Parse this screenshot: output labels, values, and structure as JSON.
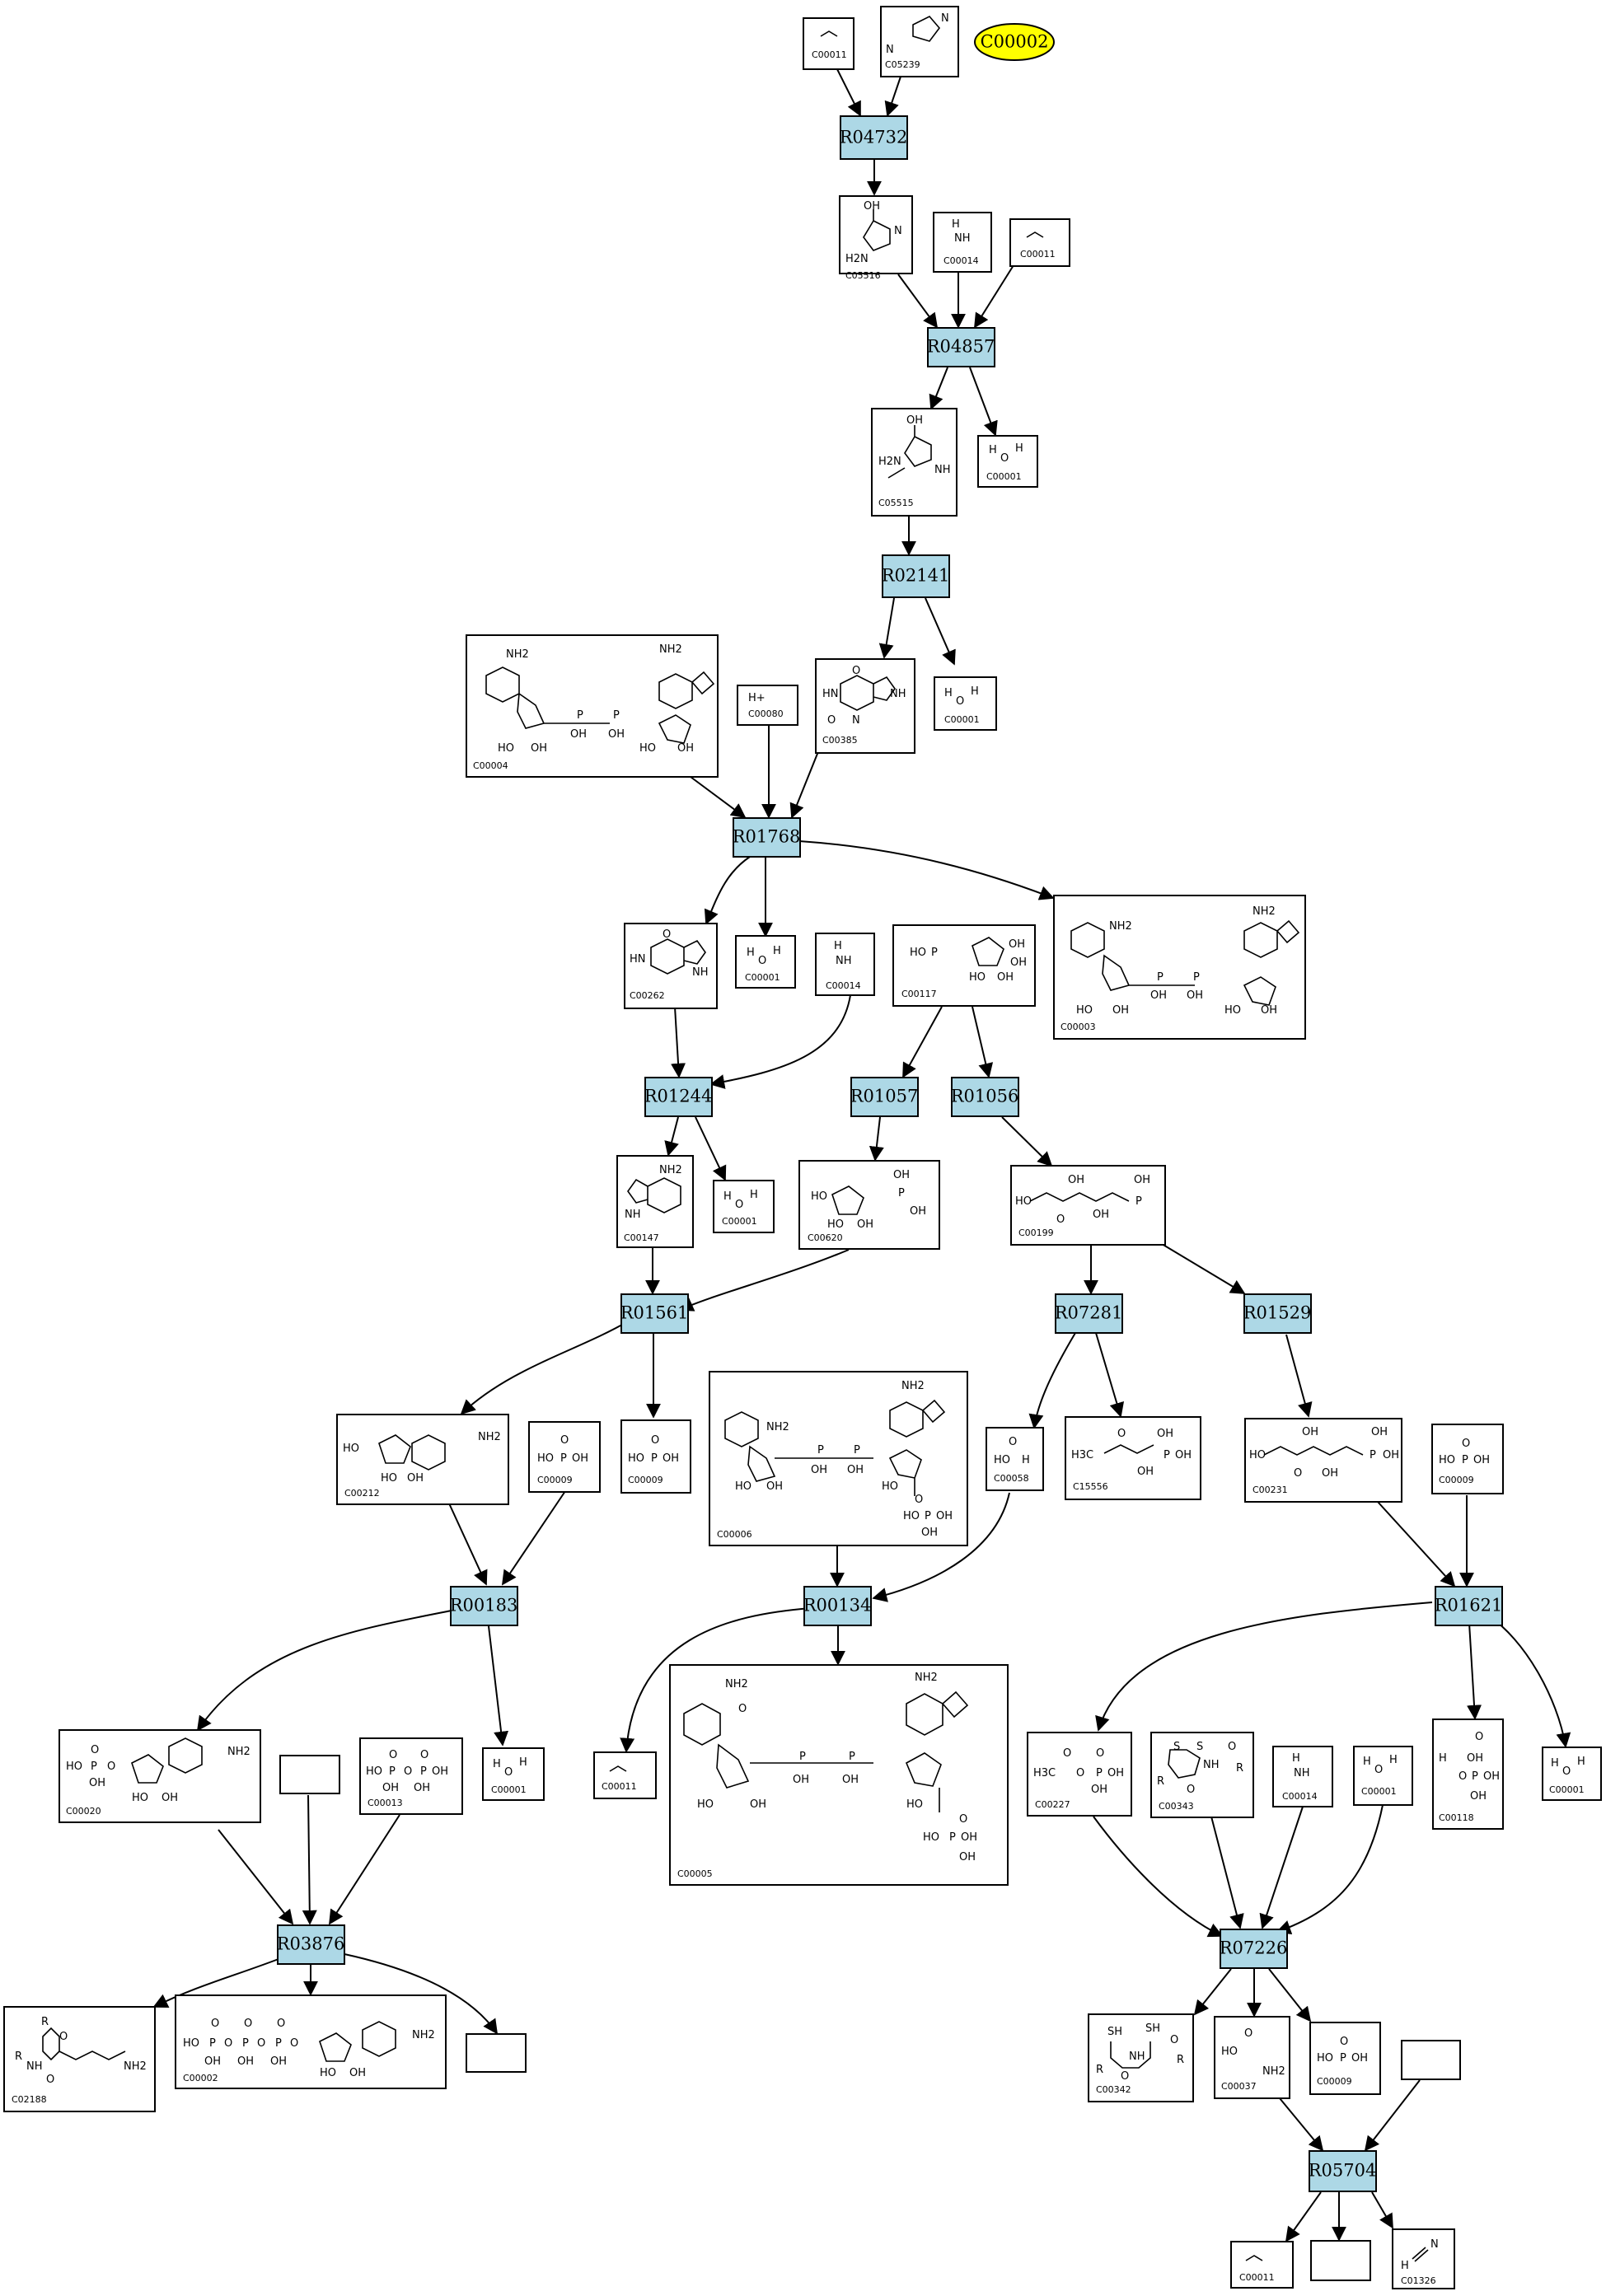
{
  "target_compound": "C00002",
  "reactions": [
    "R04732",
    "R04857",
    "R02141",
    "R01768",
    "R01244",
    "R01057",
    "R01056",
    "R01561",
    "R07281",
    "R01529",
    "R00183",
    "R00134",
    "R01621",
    "R03876",
    "R07226",
    "R05704"
  ],
  "compounds": [
    "C00011",
    "C05239",
    "C05516",
    "C00014",
    "C00011",
    "C05515",
    "C00001",
    "C00004",
    "C00080",
    "C00385",
    "C00001",
    "C00262",
    "C00001",
    "C00014",
    "C00117",
    "C00003",
    "C00147",
    "C00001",
    "C00620",
    "C00199",
    "C00212",
    "C00009",
    "C00009",
    "C00006",
    "C00058",
    "C15556",
    "C00231",
    "C00009",
    "C00020",
    "C00013",
    "C00001",
    "C00011",
    "C00005",
    "C00227",
    "C00343",
    "C00014",
    "C00001",
    "C00118",
    "C00001",
    "C02188",
    "C00002",
    "C00342",
    "C00037",
    "C00009",
    "C00011",
    "C01326"
  ],
  "structure_text": {
    "oh": "OH",
    "ho": "HO",
    "nh2": "NH2",
    "h2n": "H2N",
    "hn": "HN",
    "nh": "NH",
    "n": "N",
    "p": "P",
    "o": "O",
    "h": "H",
    "hplus": "H+",
    "sh": "SH",
    "s": "S",
    "r": "R",
    "h3c": "H3C",
    "cn_n": "N",
    "cn_h": "H"
  }
}
